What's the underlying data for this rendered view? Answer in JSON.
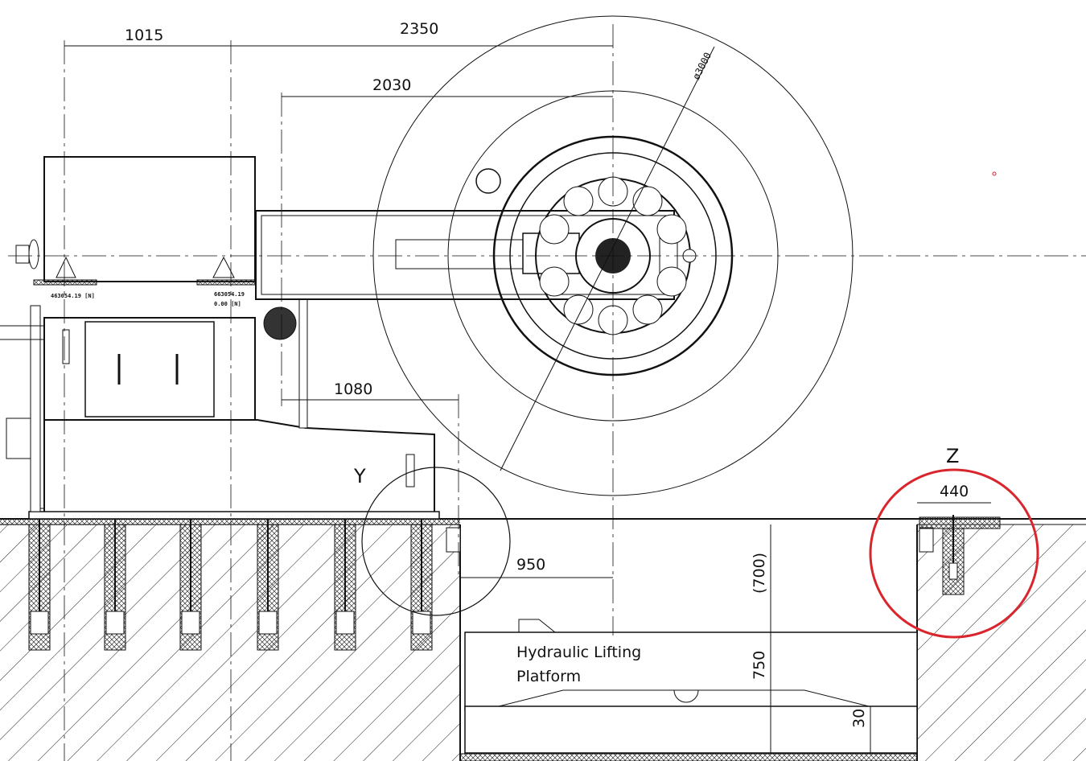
{
  "drawing": {
    "dimensions": {
      "d1015": "1015",
      "d2350": "2350",
      "d2030": "2030",
      "d1080": "1080",
      "d950": "950",
      "d700": "(700)",
      "d750": "750",
      "d30": "30",
      "d440": "440",
      "diameter": "ø3000"
    },
    "loads": {
      "left": "463054.19 [N]",
      "right_vertical": "663054.19",
      "right_horizontal": "0.00 [N]"
    },
    "detail_labels": {
      "y": "Y",
      "z": "Z"
    },
    "platform": {
      "line1": "Hydraulic Lifting",
      "line2": "Platform"
    },
    "colors": {
      "line": "#111111",
      "highlight": "#d8262c",
      "background": "#ffffff"
    }
  }
}
